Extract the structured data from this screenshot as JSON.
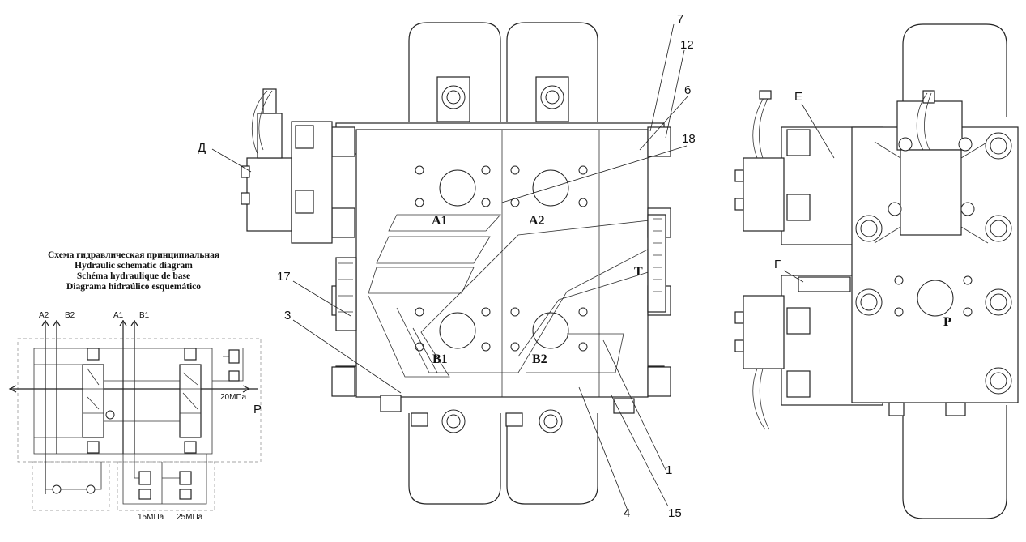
{
  "schematic": {
    "title_lines": [
      "Схема гидравлическая принципиальная",
      "Hydraulic schematic diagram",
      "Schéma hydraulique de base",
      "Diagrama hidraúlico esquemático"
    ],
    "port_labels": [
      "A2",
      "B2",
      "A1",
      "B1"
    ],
    "pressure_port": "P",
    "pressures": [
      "20МПа",
      "15МПа",
      "25МПа"
    ]
  },
  "front_view": {
    "ports": [
      "A1",
      "A2",
      "B1",
      "B2",
      "T"
    ],
    "callouts": [
      "7",
      "12",
      "6",
      "18",
      "17",
      "3",
      "1",
      "4",
      "15"
    ],
    "side_label": "Д"
  },
  "side_view": {
    "labels": [
      "Е",
      "Г"
    ],
    "port": "P"
  }
}
